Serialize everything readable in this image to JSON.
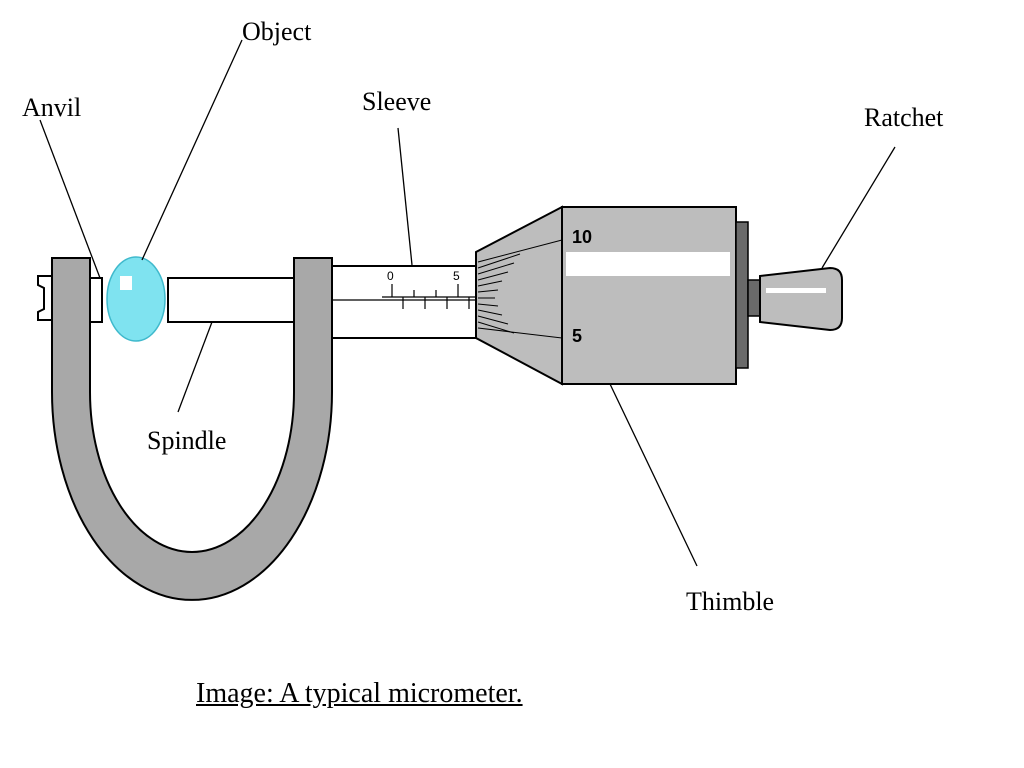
{
  "labels": {
    "object": "Object",
    "anvil": "Anvil",
    "sleeve": "Sleeve",
    "ratchet": "Ratchet",
    "spindle": "Spindle",
    "thimble": "Thimble"
  },
  "thimble_scale": {
    "upper": "10",
    "lower": "5"
  },
  "sleeve_scale": {
    "zero": "0",
    "five": "5"
  },
  "caption": "Image: A typical micrometer.",
  "colors": {
    "frame": "#a8a8a8",
    "object": "#7fe3f0",
    "thimble": "#bdbdbd",
    "thimble_end": "#6a6a6a",
    "outline": "#000000",
    "background": "#ffffff"
  }
}
